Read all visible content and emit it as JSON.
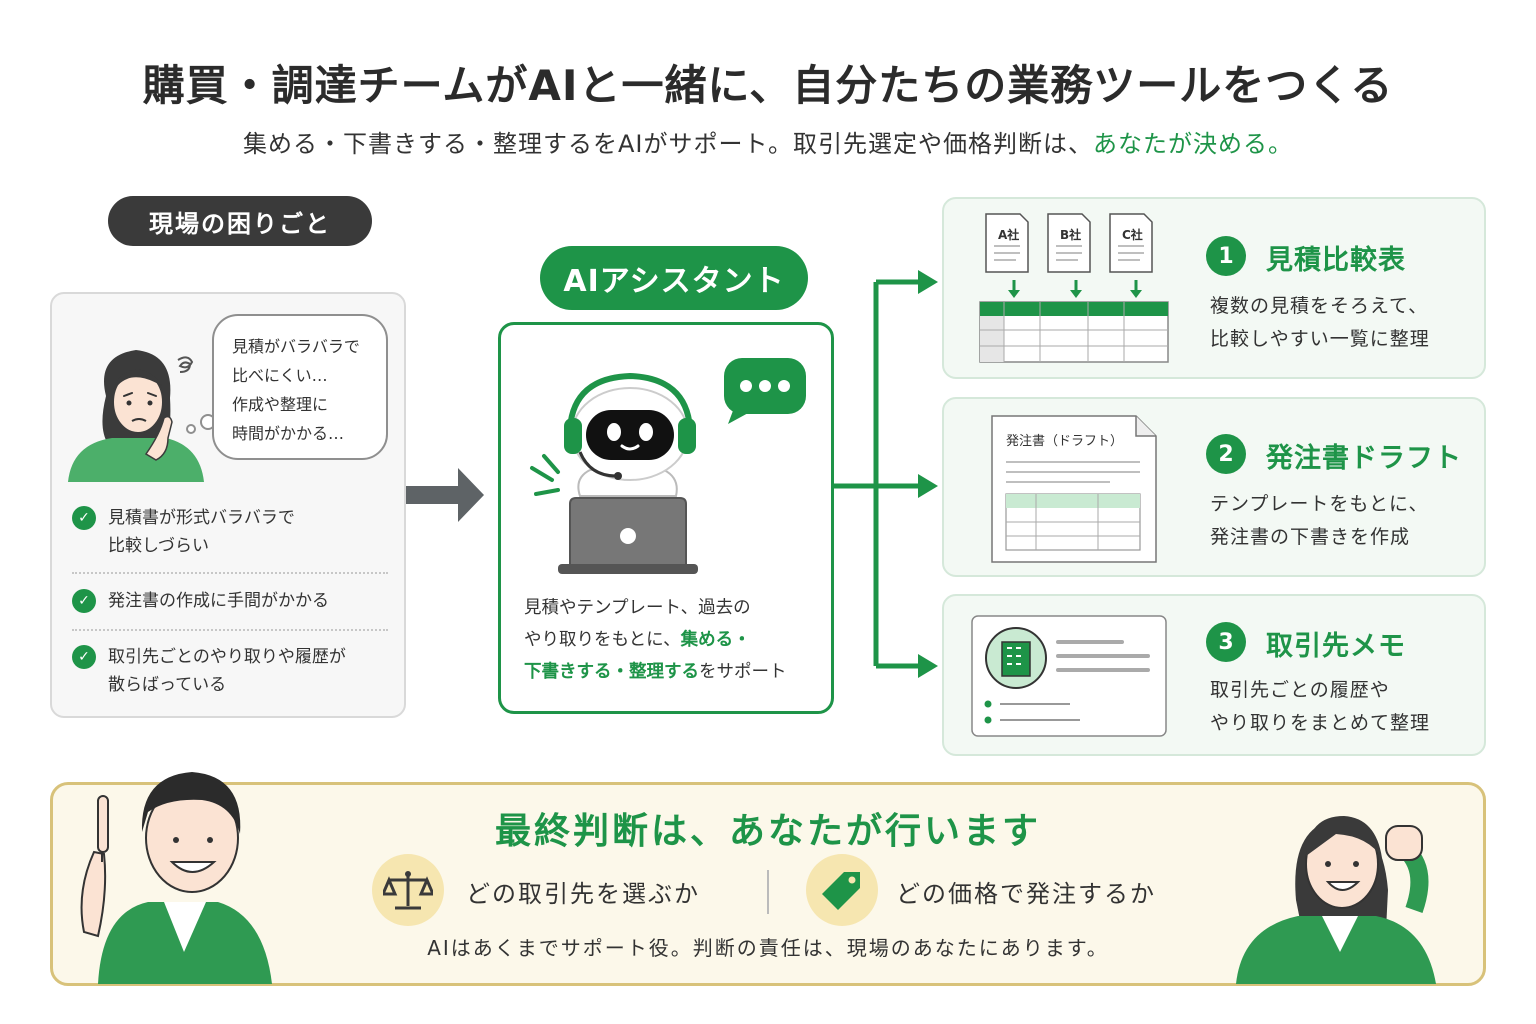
{
  "header": {
    "title": "購買・調達チームがAIと一緒に、自分たちの業務ツールをつくる",
    "subtitle_main": "集める・下書きする・整理するをAIがサポート。取引先選定や価格判断は、",
    "subtitle_emphasis": "あなたが決める。"
  },
  "problems": {
    "label": "現場の困りごと",
    "thought_lines": [
      "見積がバラバラで",
      "比べにくい…",
      "作成や整理に",
      "時間がかかる…"
    ],
    "items": [
      {
        "lines": [
          "見積書が形式バラバラで",
          "比較しづらい"
        ]
      },
      {
        "lines": [
          "発注書の作成に手間がかかる"
        ]
      },
      {
        "lines": [
          "取引先ごとのやり取りや履歴が",
          "散らばっている"
        ]
      }
    ]
  },
  "assistant": {
    "label": "AIアシスタント",
    "desc_line1": "見積やテンプレート、過去の",
    "desc_line2_plain": "やり取りをもとに、",
    "desc_line2_em": "集める・",
    "desc_line3_em": "下書きする・整理する",
    "desc_line3_plain": "をサポート"
  },
  "outputs": [
    {
      "num": "1",
      "title": "見積比較表",
      "desc": [
        "複数の見積をそろえて、",
        "比較しやすい一覧に整理"
      ],
      "doc_labels": [
        "A社",
        "B社",
        "C社"
      ]
    },
    {
      "num": "2",
      "title": "発注書ドラフト",
      "desc": [
        "テンプレートをもとに、",
        "発注書の下書きを作成"
      ],
      "doc_label": "発注書（ドラフト）"
    },
    {
      "num": "3",
      "title": "取引先メモ",
      "desc": [
        "取引先ごとの履歴や",
        "やり取りをまとめて整理"
      ]
    }
  ],
  "decision": {
    "title": "最終判断は、あなたが行います",
    "q1": "どの取引先を選ぶか",
    "q2": "どの価格で発注するか",
    "note": "AIはあくまでサポート役。判断の責任は、現場のあなたにあります。"
  },
  "colors": {
    "accent": "#1e9448",
    "dark_pill": "#3a3a3a",
    "bottom_bg": "#fcf8ea",
    "bottom_border": "#d8c27a"
  },
  "icons": [
    "thinking-woman",
    "check-icon",
    "arrow-right-icon",
    "robot-icon",
    "chat-bubble-icon",
    "laptop-icon",
    "document-icon",
    "spreadsheet-icon",
    "building-icon",
    "scale-icon",
    "price-tag-icon",
    "man-pointing",
    "woman-fist"
  ]
}
